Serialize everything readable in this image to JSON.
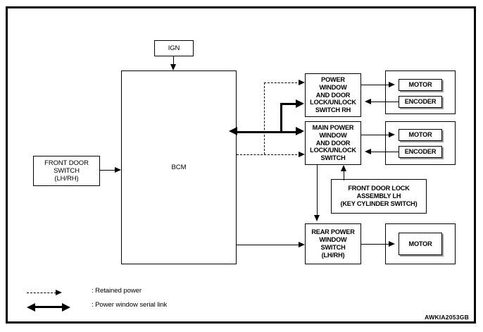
{
  "diagram": {
    "part_code": "AWKIA2053GB",
    "blocks": {
      "ign": "IGN",
      "bcm": "BCM",
      "front_door_switch": "FRONT DOOR\nSWITCH\n(LH/RH)",
      "power_window_switch_rh": "POWER\nWINDOW\nAND DOOR\nLOCK/UNLOCK\nSWITCH RH",
      "main_power_window_switch": "MAIN POWER\nWINDOW\nAND DOOR\nLOCK/UNLOCK\nSWITCH",
      "front_door_lock_assembly": "FRONT DOOR LOCK\nASSEMBLY LH\n(KEY CYLINDER SWITCH)",
      "rear_power_window_switch": "REAR POWER\nWINDOW\nSWITCH\n(LH/RH)",
      "motor_rh": "MOTOR",
      "encoder_rh": "ENCODER",
      "motor_main": "MOTOR",
      "encoder_main": "ENCODER",
      "motor_rear": "MOTOR"
    },
    "legend": {
      "retained_power": ": Retained power",
      "serial_link": ": Power window serial link"
    }
  }
}
